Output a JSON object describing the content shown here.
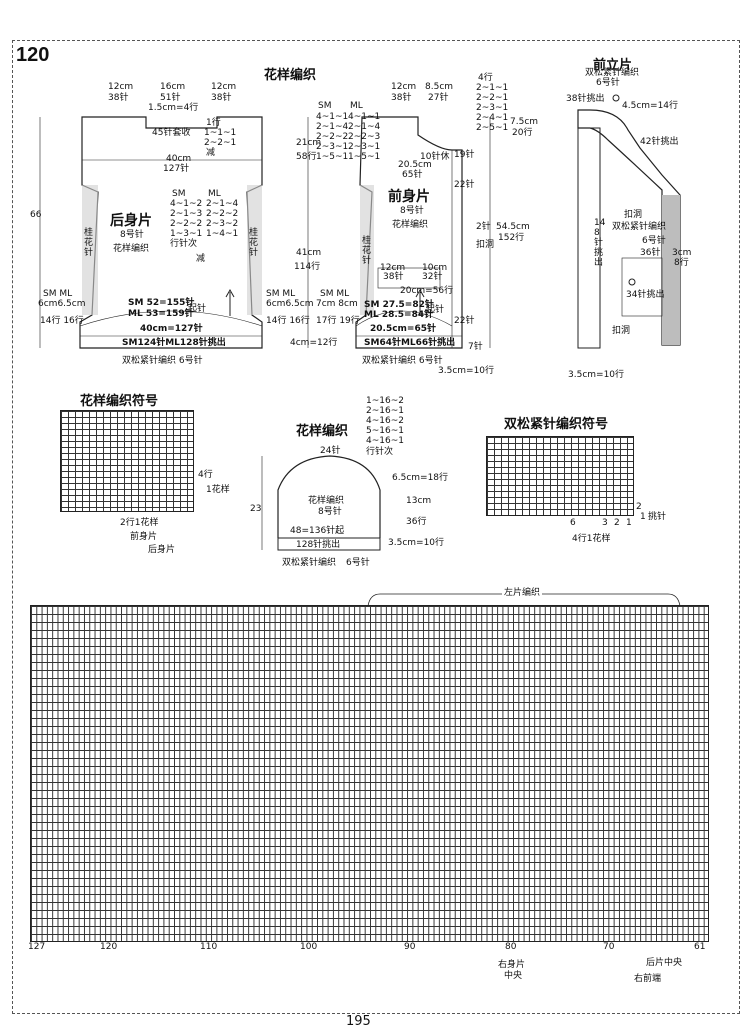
{
  "page": {
    "number": "120",
    "page_number": "195"
  },
  "back": {
    "title": "花样编织",
    "dims_top": [
      "12cm",
      "38针",
      "16cm",
      "51针",
      "12cm",
      "38针"
    ],
    "neck": [
      "1.5cm=4行",
      "45针套收",
      "1行",
      "1~1~1",
      "2~2~1",
      "减"
    ],
    "width40": [
      "40cm",
      "127针"
    ],
    "name": "后身片",
    "needle": "8号针",
    "pattern": "花样编织",
    "armhole_hdr": [
      "SM",
      "ML"
    ],
    "armhole_sm": [
      "4~1~2",
      "2~1~3",
      "2~2~2",
      "1~3~1"
    ],
    "armhole_ml": [
      "2~1~4",
      "2~2~2",
      "2~3~2",
      "1~4~1"
    ],
    "armhole_caption": [
      "行针次",
      "减"
    ],
    "height": "66",
    "side_text": "桂花针",
    "side_sm_ml": [
      "SM ML",
      "6cm6.5cm",
      "14行 16行"
    ],
    "cast_on": [
      "SM 52=155针",
      "ML 53=159针",
      "起针"
    ],
    "width_bottom": "40cm=127针",
    "hem": [
      "4cm=12行"
    ],
    "pickup": "SM124针ML128针挑出",
    "hem_stitch": "双松紧针编织 6号针"
  },
  "front": {
    "title": "花样编织",
    "dims_top": [
      "12cm",
      "38针",
      "8.5cm",
      "27针"
    ],
    "sm_ml_hdr": [
      "SM",
      "ML"
    ],
    "neck_sm": [
      "4~1~1",
      "2~1~4",
      "2~2~2",
      "2~3~1",
      "1~5~1"
    ],
    "neck_ml": [
      "4~1~1",
      "2~1~4",
      "2~2~3",
      "2~3~1",
      "1~5~1"
    ],
    "left_dims": [
      "21cm",
      "58行",
      "41cm",
      "114行"
    ],
    "mid": [
      "10针休",
      "20.5cm",
      "65针"
    ],
    "neck_right": [
      "4行",
      "2~1~1",
      "2~2~1",
      "2~3~1",
      "2~4~1",
      "2~5~1"
    ],
    "right_dims": [
      "7.5cm",
      "20行",
      "54.5cm",
      "152行"
    ],
    "rows_right": [
      "19针",
      "22针",
      "22针",
      "2针",
      "扣洞"
    ],
    "name": "前身片",
    "needle": "8号针",
    "pattern": "花样编织",
    "pocket": [
      "12cm",
      "38针",
      "10cm",
      "32针",
      "20cm=56行"
    ],
    "side_text": "桂花针",
    "sm_ml": [
      "SM ML",
      "7cm 8cm",
      "17行 19行"
    ],
    "cast_on": [
      "SM 27.5=82针",
      "ML 28.5=84针",
      "起针"
    ],
    "bottom": "20.5cm=65针",
    "right_bottom": "7针",
    "pickup": "SM64针ML66针挑出",
    "hem_stitch": "双松紧针编织 6号针",
    "hem_h": "3.5cm=10行"
  },
  "band": {
    "title": "前立片",
    "sub": [
      "双松紧针编织",
      "6号针"
    ],
    "items": [
      "38针挑出",
      "4.5cm=14行",
      "42针挑出",
      "扣洞",
      "双松紧针编织",
      "6号针",
      "148针挑出",
      "36针",
      "3cm",
      "8行",
      "34针挑出",
      "扣洞",
      "3.5cm=10行"
    ]
  },
  "symbols": {
    "title": "花样编织符号",
    "right": [
      "4行",
      "1花样"
    ],
    "notes": [
      "2行1花样",
      "前身片",
      "后身片"
    ]
  },
  "sleeve": {
    "title": "花样编织",
    "schedule": [
      "1~16~2",
      "2~16~1",
      "4~16~2",
      "5~16~1",
      "4~16~1",
      "行针次"
    ],
    "top": "24针",
    "inner": [
      "花样编织",
      "8号针"
    ],
    "height": "23",
    "cast": "48=136针起",
    "pick": "128针挑出",
    "right": [
      "6.5cm=18行",
      "13cm",
      "36行",
      "3.5cm=10行"
    ],
    "bottom": [
      "双松紧针编织",
      "6号针"
    ]
  },
  "rib": {
    "title": "双松紧针编织符号",
    "right": [
      "2",
      "1",
      "挑针"
    ],
    "bottom": [
      "6",
      "3",
      "2",
      "1"
    ],
    "caption": "4行1花样"
  },
  "chart": {
    "top_label": "左片编织",
    "x_ticks": [
      "127",
      "120",
      "110",
      "100",
      "90",
      "80",
      "70",
      "61"
    ],
    "notes": [
      "右身片",
      "中央",
      "后片中央",
      "右前端"
    ]
  }
}
